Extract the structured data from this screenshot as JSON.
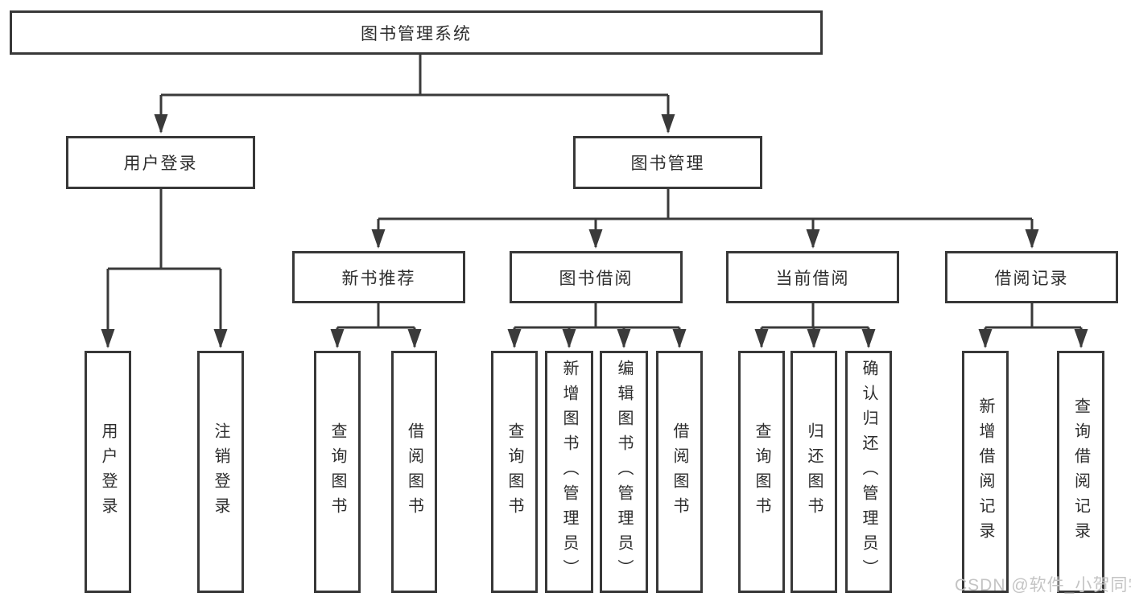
{
  "tree": {
    "root": {
      "label": "图书管理系统"
    },
    "branches": [
      {
        "label": "用户登录",
        "children": [
          {
            "label": "用户登录"
          },
          {
            "label": "注销登录"
          }
        ]
      },
      {
        "label": "图书管理",
        "children": [
          {
            "label": "新书推荐",
            "children": [
              {
                "label": "查询图书"
              },
              {
                "label": "借阅图书"
              }
            ]
          },
          {
            "label": "图书借阅",
            "children": [
              {
                "label": "查询图书"
              },
              {
                "label": "新增图书（管理员）"
              },
              {
                "label": "编辑图书（管理员）"
              },
              {
                "label": "借阅图书"
              }
            ]
          },
          {
            "label": "当前借阅",
            "children": [
              {
                "label": "查询图书"
              },
              {
                "label": "归还图书"
              },
              {
                "label": "确认归还（管理员）"
              }
            ]
          },
          {
            "label": "借阅记录",
            "children": [
              {
                "label": "新增借阅记录"
              },
              {
                "label": "查询借阅记录"
              }
            ]
          }
        ]
      }
    ]
  },
  "watermark": {
    "text": "CSDN @软件_小贺同学"
  },
  "colors": {
    "line": "#3a3a3a",
    "text": "#2d2d2d",
    "watermark": "#c4c4c4",
    "background": "#ffffff"
  }
}
